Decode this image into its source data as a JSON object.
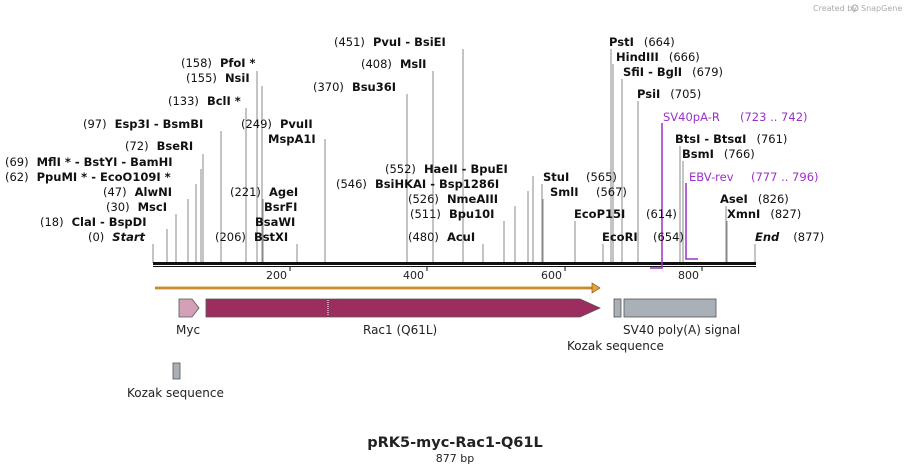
{
  "credit": {
    "text": "Created by",
    "brand": "SnapGene"
  },
  "map": {
    "title": "pRK5-myc-Rac1-Q61L",
    "length": "877 bp",
    "total_bp": 877,
    "ticks": [
      "200",
      "400",
      "600",
      "800"
    ]
  },
  "sites": [
    {
      "pos": "(0)",
      "name": "Start",
      "bp": 0,
      "italic": true
    },
    {
      "pos": "(18)",
      "name": "ClaI  -  BspDI",
      "bp": 18
    },
    {
      "pos": "(30)",
      "name": "MscI",
      "bp": 30
    },
    {
      "pos": "(47)",
      "name": "AlwNI",
      "bp": 47
    },
    {
      "pos": "(62)",
      "name": "PpuMI *  -  EcoO109I *",
      "bp": 62
    },
    {
      "pos": "(69)",
      "name": "MflI *  -  BstYI  -  BamHI",
      "bp": 69
    },
    {
      "pos": "(72)",
      "name": "BseRI",
      "bp": 72
    },
    {
      "pos": "(97)",
      "name": "Esp3I  -  BsmBI",
      "bp": 97
    },
    {
      "pos": "(133)",
      "name": "BclI *",
      "bp": 133
    },
    {
      "pos": "(155)",
      "name": "NsiI",
      "bp": 155
    },
    {
      "pos": "(158)",
      "name": "PfoI *",
      "bp": 158
    },
    {
      "pos": "(206)",
      "name": "BstXI",
      "bp": 206
    },
    {
      "pos": "(221)",
      "name": "AgeI",
      "bp": 221
    },
    {
      "name": "BsrFI",
      "bp": 221
    },
    {
      "name": "BsaWI",
      "bp": 221
    },
    {
      "pos": "(249)",
      "name": "PvuII",
      "bp": 249
    },
    {
      "name": "MspA1I",
      "bp": 249
    },
    {
      "pos": "(370)",
      "name": "Bsu36I",
      "bp": 370
    },
    {
      "pos": "(408)",
      "name": "MslI",
      "bp": 408
    },
    {
      "pos": "(451)",
      "name": "PvuI  -  BsiEI",
      "bp": 451
    },
    {
      "pos": "(480)",
      "name": "AcuI",
      "bp": 480
    },
    {
      "pos": "(511)",
      "name": "Bpu10I",
      "bp": 511
    },
    {
      "pos": "(526)",
      "name": "NmeAIII",
      "bp": 526
    },
    {
      "pos": "(546)",
      "name": "BsiHKAI  -  Bsp1286I",
      "bp": 546
    },
    {
      "pos": "(552)",
      "name": "HaeII  -  BpuEI",
      "bp": 552
    },
    {
      "name": "StuI",
      "bp": 565
    },
    {
      "name": "SmlI",
      "bp": 567
    },
    {
      "pos": "(565)",
      "name": "",
      "bp": 565
    },
    {
      "pos": "(567)",
      "name": "",
      "bp": 567
    },
    {
      "name": "EcoP15I",
      "bp": 614
    },
    {
      "pos": "(614)",
      "name": "",
      "bp": 614
    },
    {
      "name": "EcoRI",
      "bp": 654
    },
    {
      "pos": "(654)",
      "name": "",
      "bp": 654
    },
    {
      "name": "PstI",
      "pos": "(664)",
      "bp": 664
    },
    {
      "name": "HindIII",
      "pos": "(666)",
      "bp": 666
    },
    {
      "name": "SfiI  -  BglI",
      "pos": "(679)",
      "bp": 679
    },
    {
      "name": "PsiI",
      "pos": "(705)",
      "bp": 705
    },
    {
      "name": "BtsI  -  BtsαI",
      "pos": "(761)",
      "bp": 761
    },
    {
      "name": "BsmI",
      "pos": "(766)",
      "bp": 766
    },
    {
      "name": "AseI",
      "pos": "(826)",
      "bp": 826
    },
    {
      "name": "XmnI",
      "pos": "(827)",
      "bp": 827
    },
    {
      "name": "End",
      "pos": "(877)",
      "bp": 877,
      "italic": true
    }
  ],
  "primers": [
    {
      "name": "SV40pA-R",
      "range": "(723 .. 742)"
    },
    {
      "name": "EBV-rev",
      "range": "(777 .. 796)"
    }
  ],
  "features": [
    {
      "name": "Myc",
      "kind": "arrow"
    },
    {
      "name": "Rac1 (Q61L)",
      "kind": "arrow"
    },
    {
      "name": "Kozak sequence",
      "kind": "box"
    },
    {
      "name": "SV40 poly(A) signal",
      "kind": "box"
    },
    {
      "name": "Kozak sequence",
      "kind": "box"
    }
  ],
  "colors": {
    "rac1": "#9b2e5e",
    "myc": "#d4a0b8",
    "gray_feature": "#a9b0b8",
    "orf": "#e6a23c",
    "primer": "#9b30c8",
    "backbone": "#111111"
  }
}
